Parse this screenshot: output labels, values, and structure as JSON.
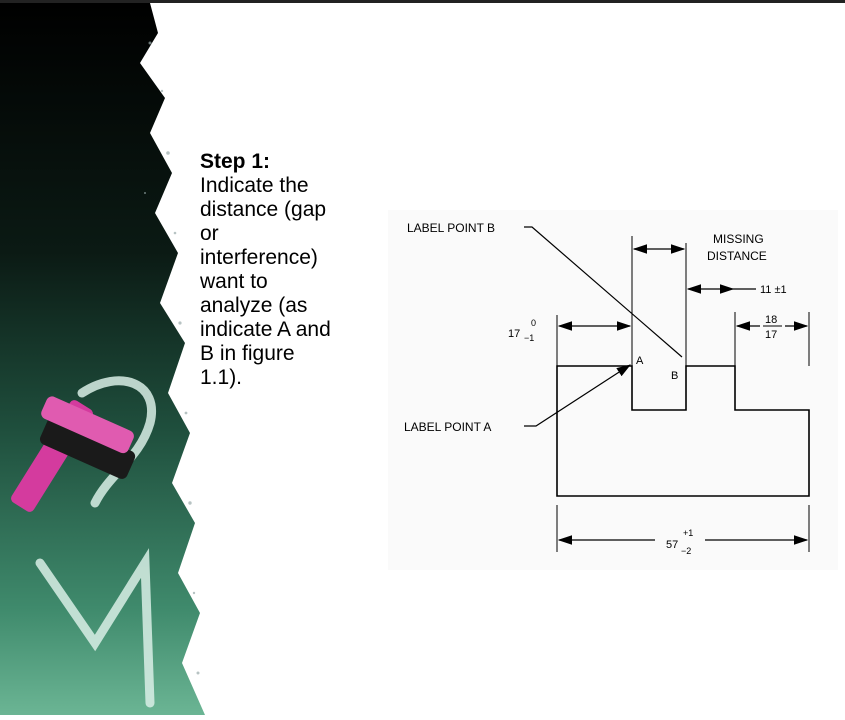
{
  "slide": {
    "step_title": "Step 1:",
    "step_lines": [
      "Indicate the",
      "distance (gap",
      "or",
      "interference)",
      "want to",
      "analyze (as",
      "indicate A and",
      "B in figure",
      "1.1)."
    ]
  },
  "diagram": {
    "label_point_b": "LABEL POINT B",
    "label_point_a": "LABEL POINT A",
    "missing_distance": [
      "MISSING",
      "DISTANCE"
    ],
    "dim_17": {
      "base": "17",
      "upper": "0",
      "lower": "−1"
    },
    "dim_11": "11 ±1",
    "dim_18_17": {
      "top": "18",
      "bottom": "17"
    },
    "dim_57": {
      "base": "57",
      "upper": "+1",
      "lower": "−2"
    },
    "point_a": "A",
    "point_b": "B"
  }
}
